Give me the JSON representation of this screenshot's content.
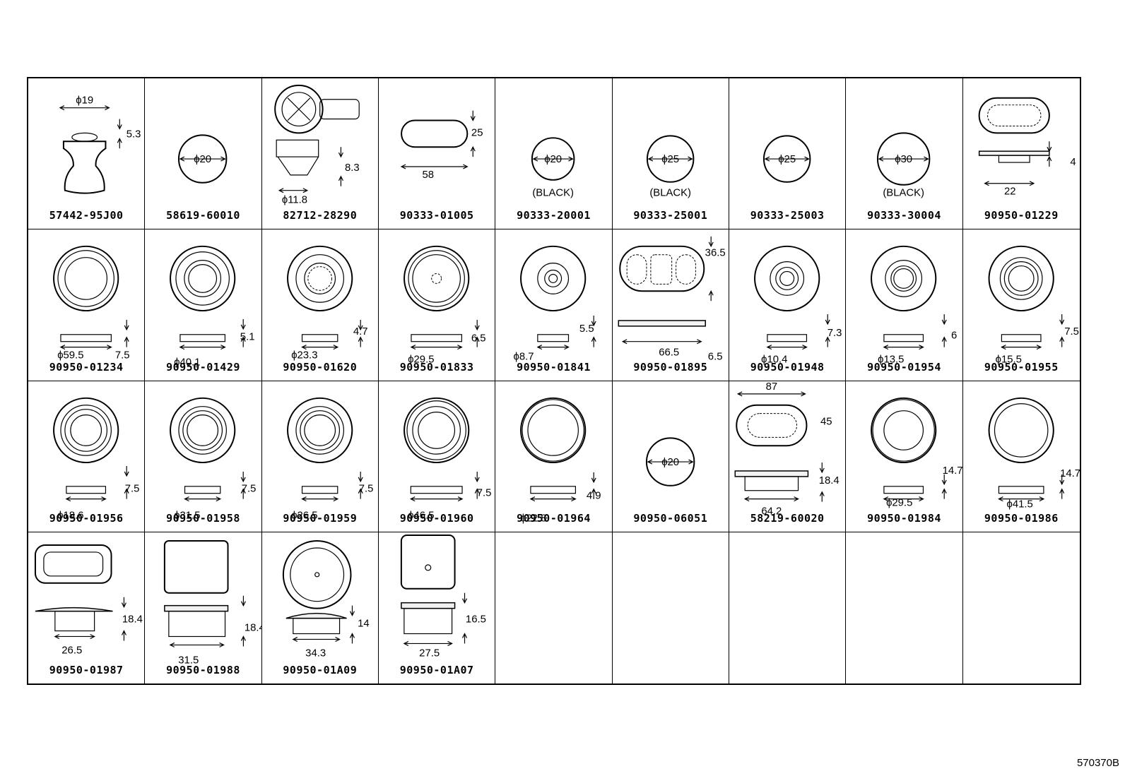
{
  "figure_ref": "570370B",
  "parts": [
    {
      "part_no": "57442-95J00",
      "dims": [
        "ϕ19",
        "5.3"
      ]
    },
    {
      "part_no": "58619-60010",
      "dims": [
        "ϕ20"
      ]
    },
    {
      "part_no": "82712-28290",
      "dims": [
        "8.3",
        "ϕ11.8"
      ]
    },
    {
      "part_no": "90333-01005",
      "dims": [
        "25",
        "58"
      ]
    },
    {
      "part_no": "90333-20001",
      "dims": [
        "ϕ20"
      ],
      "note": "(BLACK)"
    },
    {
      "part_no": "90333-25001",
      "dims": [
        "ϕ25"
      ],
      "note": "(BLACK)"
    },
    {
      "part_no": "90333-25003",
      "dims": [
        "ϕ25"
      ]
    },
    {
      "part_no": "90333-30004",
      "dims": [
        "ϕ30"
      ],
      "note": "(BLACK)"
    },
    {
      "part_no": "90950-01229",
      "dims": [
        "4",
        "22"
      ]
    },
    {
      "part_no": "90950-01234",
      "dims": [
        "ϕ59.5",
        "7.5"
      ]
    },
    {
      "part_no": "90950-01429",
      "dims": [
        "ϕ40.1",
        "5.1"
      ]
    },
    {
      "part_no": "90950-01620",
      "dims": [
        "ϕ23.3",
        "4.7"
      ]
    },
    {
      "part_no": "90950-01833",
      "dims": [
        "ϕ29.5",
        "6.5"
      ]
    },
    {
      "part_no": "90950-01841",
      "dims": [
        "ϕ8.7",
        "5.5"
      ]
    },
    {
      "part_no": "90950-01895",
      "dims": [
        "36.5",
        "66.5",
        "6.5"
      ]
    },
    {
      "part_no": "90950-01948",
      "dims": [
        "ϕ10.4",
        "7.3"
      ]
    },
    {
      "part_no": "90950-01954",
      "dims": [
        "ϕ13.5",
        "6"
      ]
    },
    {
      "part_no": "90950-01955",
      "dims": [
        "ϕ15.5",
        "7.5"
      ]
    },
    {
      "part_no": "90950-01956",
      "dims": [
        "ϕ18.6",
        "7.5"
      ]
    },
    {
      "part_no": "90950-01958",
      "dims": [
        "ϕ31.5",
        "7.5"
      ]
    },
    {
      "part_no": "90950-01959",
      "dims": [
        "ϕ26.5",
        "7.5"
      ]
    },
    {
      "part_no": "90950-01960",
      "dims": [
        "ϕ46.5",
        "7.5"
      ]
    },
    {
      "part_no": "90950-01964",
      "dims": [
        "ϕ22.8",
        "4.9"
      ]
    },
    {
      "part_no": "90950-06051",
      "dims": [
        "ϕ20"
      ]
    },
    {
      "part_no": "58219-60020",
      "dims": [
        "87",
        "45",
        "64.2",
        "18.4"
      ]
    },
    {
      "part_no": "90950-01984",
      "dims": [
        "ϕ29.5",
        "14.7"
      ]
    },
    {
      "part_no": "90950-01986",
      "dims": [
        "ϕ41.5",
        "14.7"
      ]
    },
    {
      "part_no": "90950-01987",
      "dims": [
        "26.5",
        "18.4"
      ]
    },
    {
      "part_no": "90950-01988",
      "dims": [
        "31.5",
        "18.4"
      ]
    },
    {
      "part_no": "90950-01A09",
      "dims": [
        "34.3",
        "14"
      ]
    },
    {
      "part_no": "90950-01A07",
      "dims": [
        "27.5",
        "16.5"
      ]
    }
  ]
}
